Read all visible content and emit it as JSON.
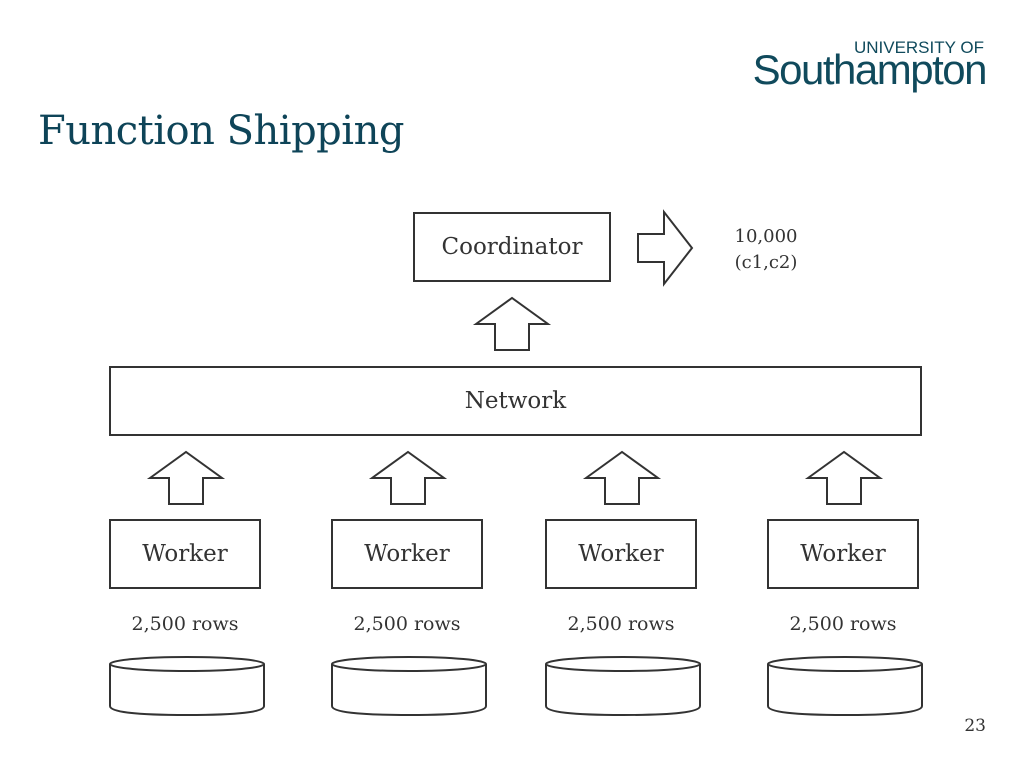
{
  "slide": {
    "title": "Function Shipping",
    "page_number": "23"
  },
  "logo": {
    "top_line": "UNIVERSITY OF",
    "main_line": "Southampton"
  },
  "diagram": {
    "coordinator": "Coordinator",
    "network": "Network",
    "result_line1": "10,000",
    "result_line2": "(c1,c2)",
    "workers": [
      {
        "label": "Worker",
        "rows": "2,500 rows"
      },
      {
        "label": "Worker",
        "rows": "2,500 rows"
      },
      {
        "label": "Worker",
        "rows": "2,500 rows"
      },
      {
        "label": "Worker",
        "rows": "2,500 rows"
      }
    ]
  }
}
